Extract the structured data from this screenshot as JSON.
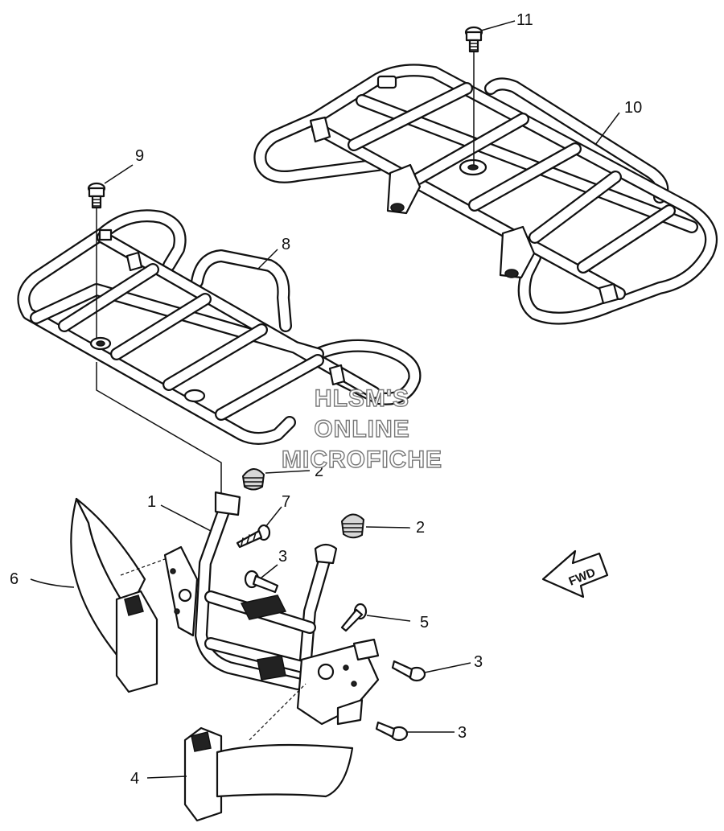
{
  "diagram": {
    "callouts": {
      "c1": "1",
      "c2a": "2",
      "c2b": "2",
      "c3a": "3",
      "c3b": "3",
      "c3c": "3",
      "c4": "4",
      "c5": "5",
      "c6": "6",
      "c7": "7",
      "c8": "8",
      "c9": "9",
      "c10": "10",
      "c11": "11"
    },
    "watermark": {
      "line1": "HLSM'S",
      "line2": "ONLINE",
      "line3": "MICROFICHE"
    },
    "direction_label": "FWD"
  }
}
